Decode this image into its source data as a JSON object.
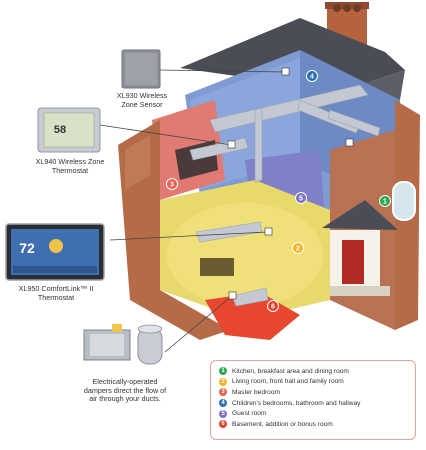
{
  "devices": {
    "sensor": {
      "name_line1": "XL930 Wireless",
      "name_line2": "Zone Sensor"
    },
    "xl940": {
      "name_line1": "XL940 Wireless Zone",
      "name_line2": "Thermostat",
      "screen_temp": "58"
    },
    "xl950": {
      "name_line1": "XL950 ComfortLink™ II",
      "name_line2": "Thermostat",
      "screen_temp": "72"
    },
    "dampers": {
      "caption_line1": "Electrically-operated",
      "caption_line2": "dampers direct the flow of",
      "caption_line3": "air through your ducts."
    }
  },
  "zones": [
    {
      "number": "1",
      "label": "Kitchen, breakfast area and dining room",
      "color": "#2fa84f"
    },
    {
      "number": "2",
      "label": "Living room, front hall and family room",
      "color": "#f2b624"
    },
    {
      "number": "3",
      "label": "Master bedroom",
      "color": "#e8604f"
    },
    {
      "number": "4",
      "label": "Children's bedrooms, bathroom and hallway",
      "color": "#2d6fb0"
    },
    {
      "number": "5",
      "label": "Guest room",
      "color": "#7b74c4"
    },
    {
      "number": "6",
      "label": "Basement, addition or bonus room",
      "color": "#e8402c"
    }
  ]
}
